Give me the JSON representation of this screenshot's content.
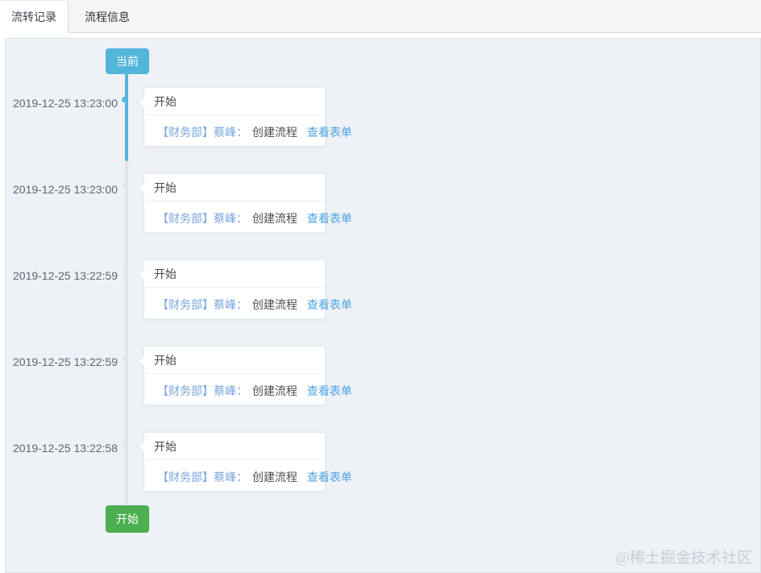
{
  "tabs": [
    {
      "label": "流转记录"
    },
    {
      "label": "流程信息"
    }
  ],
  "timeline": {
    "current_badge_label": "当前",
    "start_badge_label": "开始",
    "entries": [
      {
        "timestamp": "2019-12-25 13:23:00",
        "title": "开始",
        "actor": "【财务部】蔡峰：",
        "action": "创建流程",
        "link": "查看表单"
      },
      {
        "timestamp": "2019-12-25 13:23:00",
        "title": "开始",
        "actor": "【财务部】蔡峰：",
        "action": "创建流程",
        "link": "查看表单"
      },
      {
        "timestamp": "2019-12-25 13:22:59",
        "title": "开始",
        "actor": "【财务部】蔡峰：",
        "action": "创建流程",
        "link": "查看表单"
      },
      {
        "timestamp": "2019-12-25 13:22:59",
        "title": "开始",
        "actor": "【财务部】蔡峰：",
        "action": "创建流程",
        "link": "查看表单"
      },
      {
        "timestamp": "2019-12-25 13:22:58",
        "title": "开始",
        "actor": "【财务部】蔡峰：",
        "action": "创建流程",
        "link": "查看表单"
      }
    ]
  },
  "watermark": "@稀土掘金技术社区",
  "colors": {
    "accent_teal": "#53b5d9",
    "accent_green": "#4caf50",
    "link_blue": "#4da3e3",
    "actor_blue": "#79a5dc"
  }
}
